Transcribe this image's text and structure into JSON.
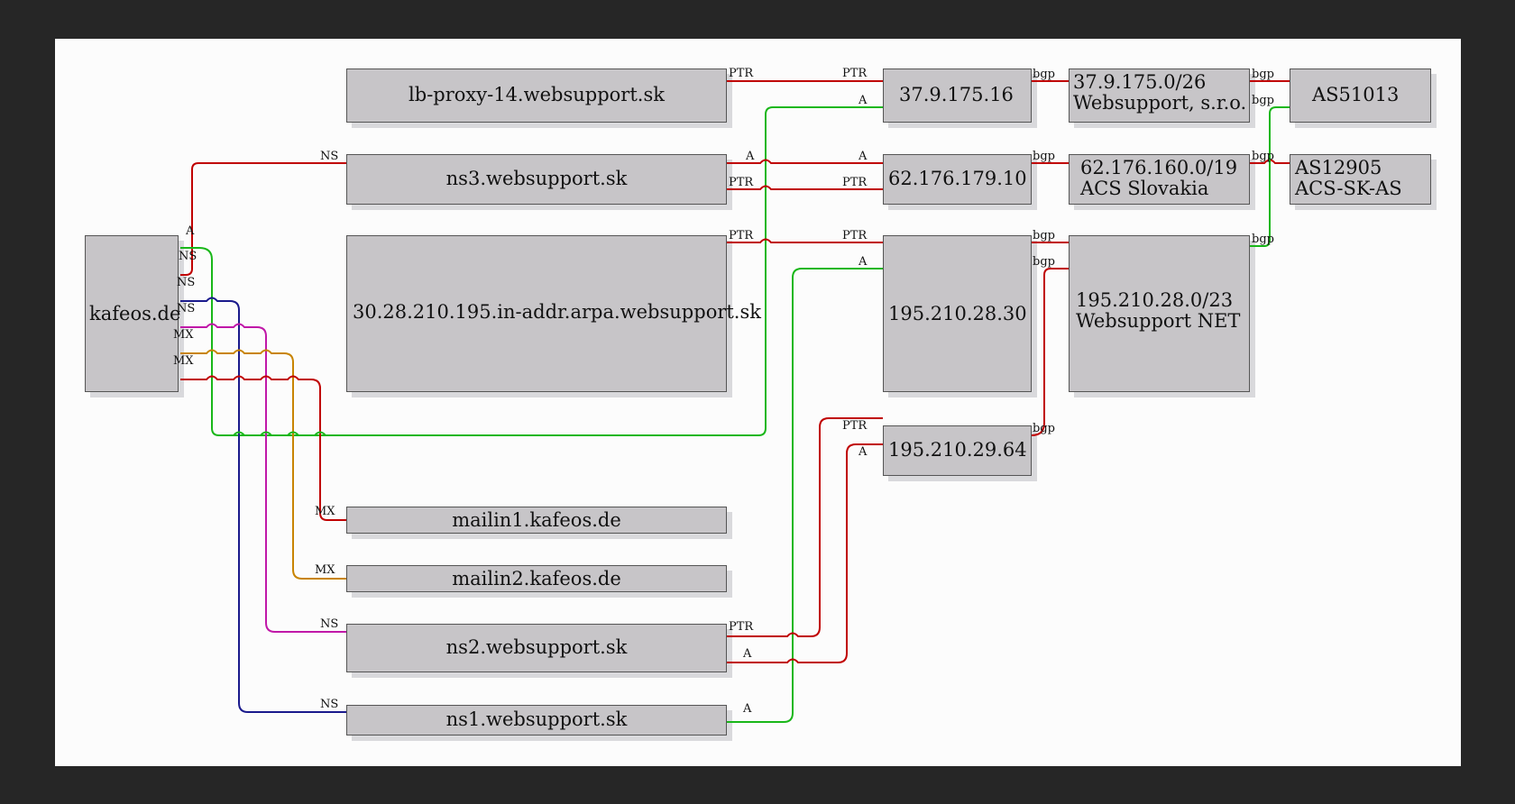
{
  "nodes": {
    "kafeos": "kafeos.de",
    "lbproxy": "lb-proxy-14.websupport.sk",
    "ns3": "ns3.websupport.sk",
    "arpa": "30.28.210.195.in-addr.arpa.websupport.sk",
    "mailin1": "mailin1.kafeos.de",
    "mailin2": "mailin2.kafeos.de",
    "ns2": "ns2.websupport.sk",
    "ns1": "ns1.websupport.sk",
    "ip1": "37.9.175.16",
    "ip2": "62.176.179.10",
    "ip3": "195.210.28.30",
    "ip4": "195.210.29.64",
    "net1": {
      "prefix": "37.9.175.0/26",
      "name": "Websupport, s.r.o."
    },
    "net2": {
      "prefix": "62.176.160.0/19",
      "name": "ACS Slovakia"
    },
    "net3": {
      "prefix": "195.210.28.0/23",
      "name": "Websupport NET"
    },
    "as1": "AS51013",
    "as2": {
      "number": "AS12905",
      "name": "ACS-SK-AS"
    }
  },
  "edge_labels": {
    "a": "A",
    "ns": "NS",
    "mx": "MX",
    "ptr": "PTR",
    "bgp": "bgp"
  },
  "colors": {
    "red": "#c00000",
    "green": "#19b719",
    "navy": "#1a1a8c",
    "magenta": "#c018a8",
    "orange": "#c88400",
    "node_fill": "#c7c5c8"
  }
}
